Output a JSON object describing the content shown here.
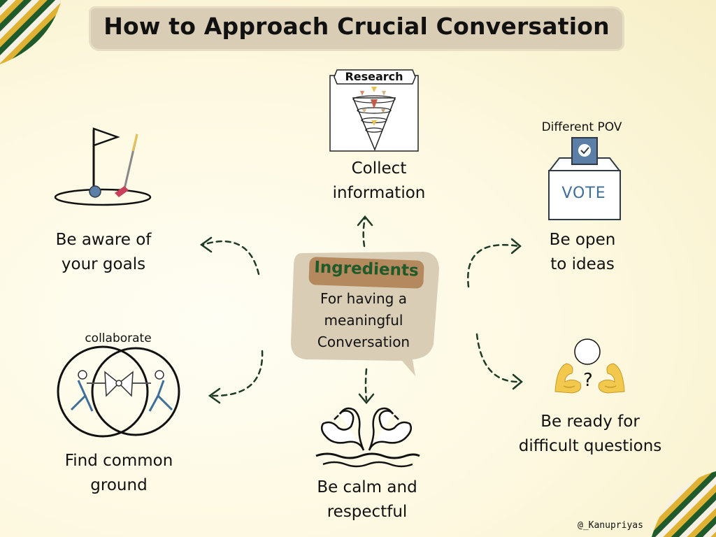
{
  "title": "How to Approach Crucial Conversation",
  "center": {
    "tag": "Ingredients",
    "text_lines": [
      "For having a",
      "meaningful",
      "Conversation"
    ]
  },
  "nodes": {
    "collect": {
      "badge": "Research",
      "lines": [
        "Collect",
        "information"
      ],
      "icon": "research-funnel-icon"
    },
    "open": {
      "caption": "Different POV",
      "vote_text": "VOTE",
      "lines": [
        "Be open",
        "to ideas"
      ],
      "icon": "ballot-box-icon"
    },
    "goals": {
      "lines": [
        "Be aware of",
        "your goals"
      ],
      "icon": "golf-flag-icon"
    },
    "questions": {
      "lines": [
        "Be ready for",
        "difficult questions"
      ],
      "icon": "flexing-arms-question-icon"
    },
    "common": {
      "caption": "collaborate",
      "lines": [
        "Find common",
        "ground"
      ],
      "icon": "venn-tug-of-war-icon"
    },
    "calm": {
      "lines": [
        "Be calm and",
        "respectful"
      ],
      "icon": "swans-icon"
    }
  },
  "watermark": "@_Kanupriyas",
  "colors": {
    "accent_green": "#1f5a2a",
    "tag_brown": "#b4895e",
    "bubble": "#d9cdb5",
    "title_band": "#d9cdb5"
  }
}
